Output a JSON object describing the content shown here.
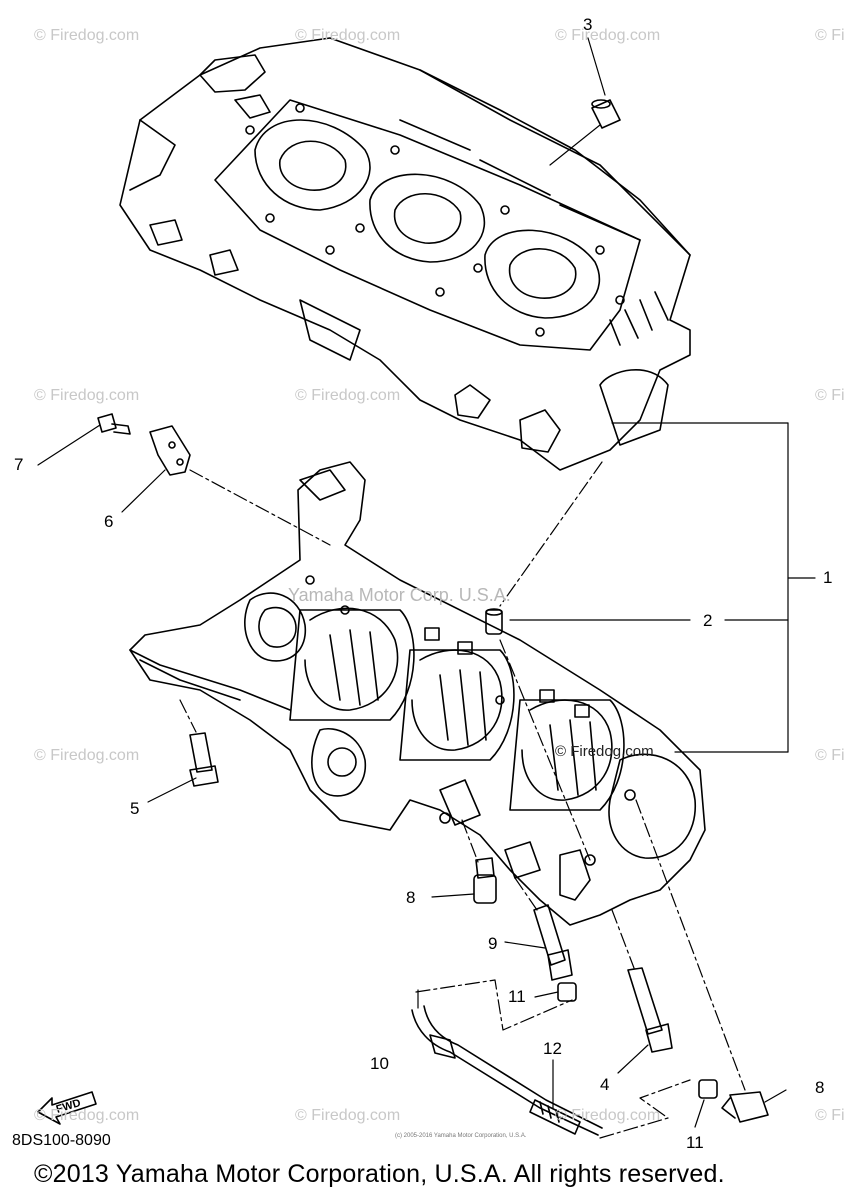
{
  "watermark": "© Firedog.com",
  "watermark_cut": "© Fi",
  "center_watermark": "Yamaha Motor Corp. U.S.A.",
  "inline_watermark": "© Firedog.com",
  "callouts": {
    "c1": "1",
    "c2": "2",
    "c3": "3",
    "c4": "4",
    "c5": "5",
    "c6": "6",
    "c7": "7",
    "c8a": "8",
    "c8b": "8",
    "c9": "9",
    "c10": "10",
    "c11a": "11",
    "c11b": "11",
    "c12": "12"
  },
  "fwd_label": "FWD",
  "part_code": "8DS100-8090",
  "tiny_note": "(c) 2005-2016 Yamaha Motor Corporation, U.S.A.",
  "copyright": "©2013 Yamaha Motor Corporation, U.S.A. All rights reserved."
}
